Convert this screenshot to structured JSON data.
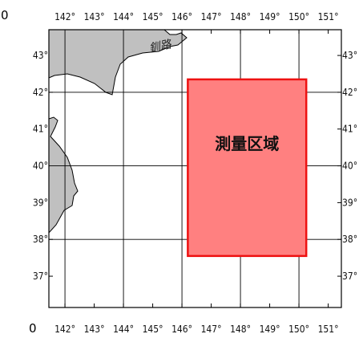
{
  "corners": {
    "top_left": "0",
    "bottom_left": "0"
  },
  "axis": {
    "longitude": {
      "range": [
        141.45,
        151.45
      ],
      "ticks": [
        142,
        143,
        144,
        145,
        146,
        147,
        148,
        149,
        150,
        151
      ]
    },
    "latitude": {
      "range": [
        36.15,
        43.7
      ],
      "ticks": [
        37,
        38,
        39,
        40,
        41,
        42,
        43
      ]
    },
    "major_grid_lon": [
      142,
      144,
      146,
      148,
      150
    ],
    "major_grid_lat": [
      38,
      40,
      42
    ]
  },
  "labels": {
    "lon": [
      "142°",
      "143°",
      "144°",
      "145°",
      "146°",
      "147°",
      "148°",
      "149°",
      "150°",
      "151°"
    ],
    "lat": [
      "37°",
      "38°",
      "39°",
      "40°",
      "41°",
      "42°",
      "43°"
    ],
    "city": "釧路",
    "survey_area": "測量区域"
  },
  "survey_area": {
    "lon_min": 146.2,
    "lon_max": 150.25,
    "lat_min": 37.55,
    "lat_max": 42.35,
    "fill": "#ff8080",
    "stroke": "#ee1111"
  },
  "land": {
    "fill": "#c0c0c0",
    "stroke": "#000000"
  }
}
